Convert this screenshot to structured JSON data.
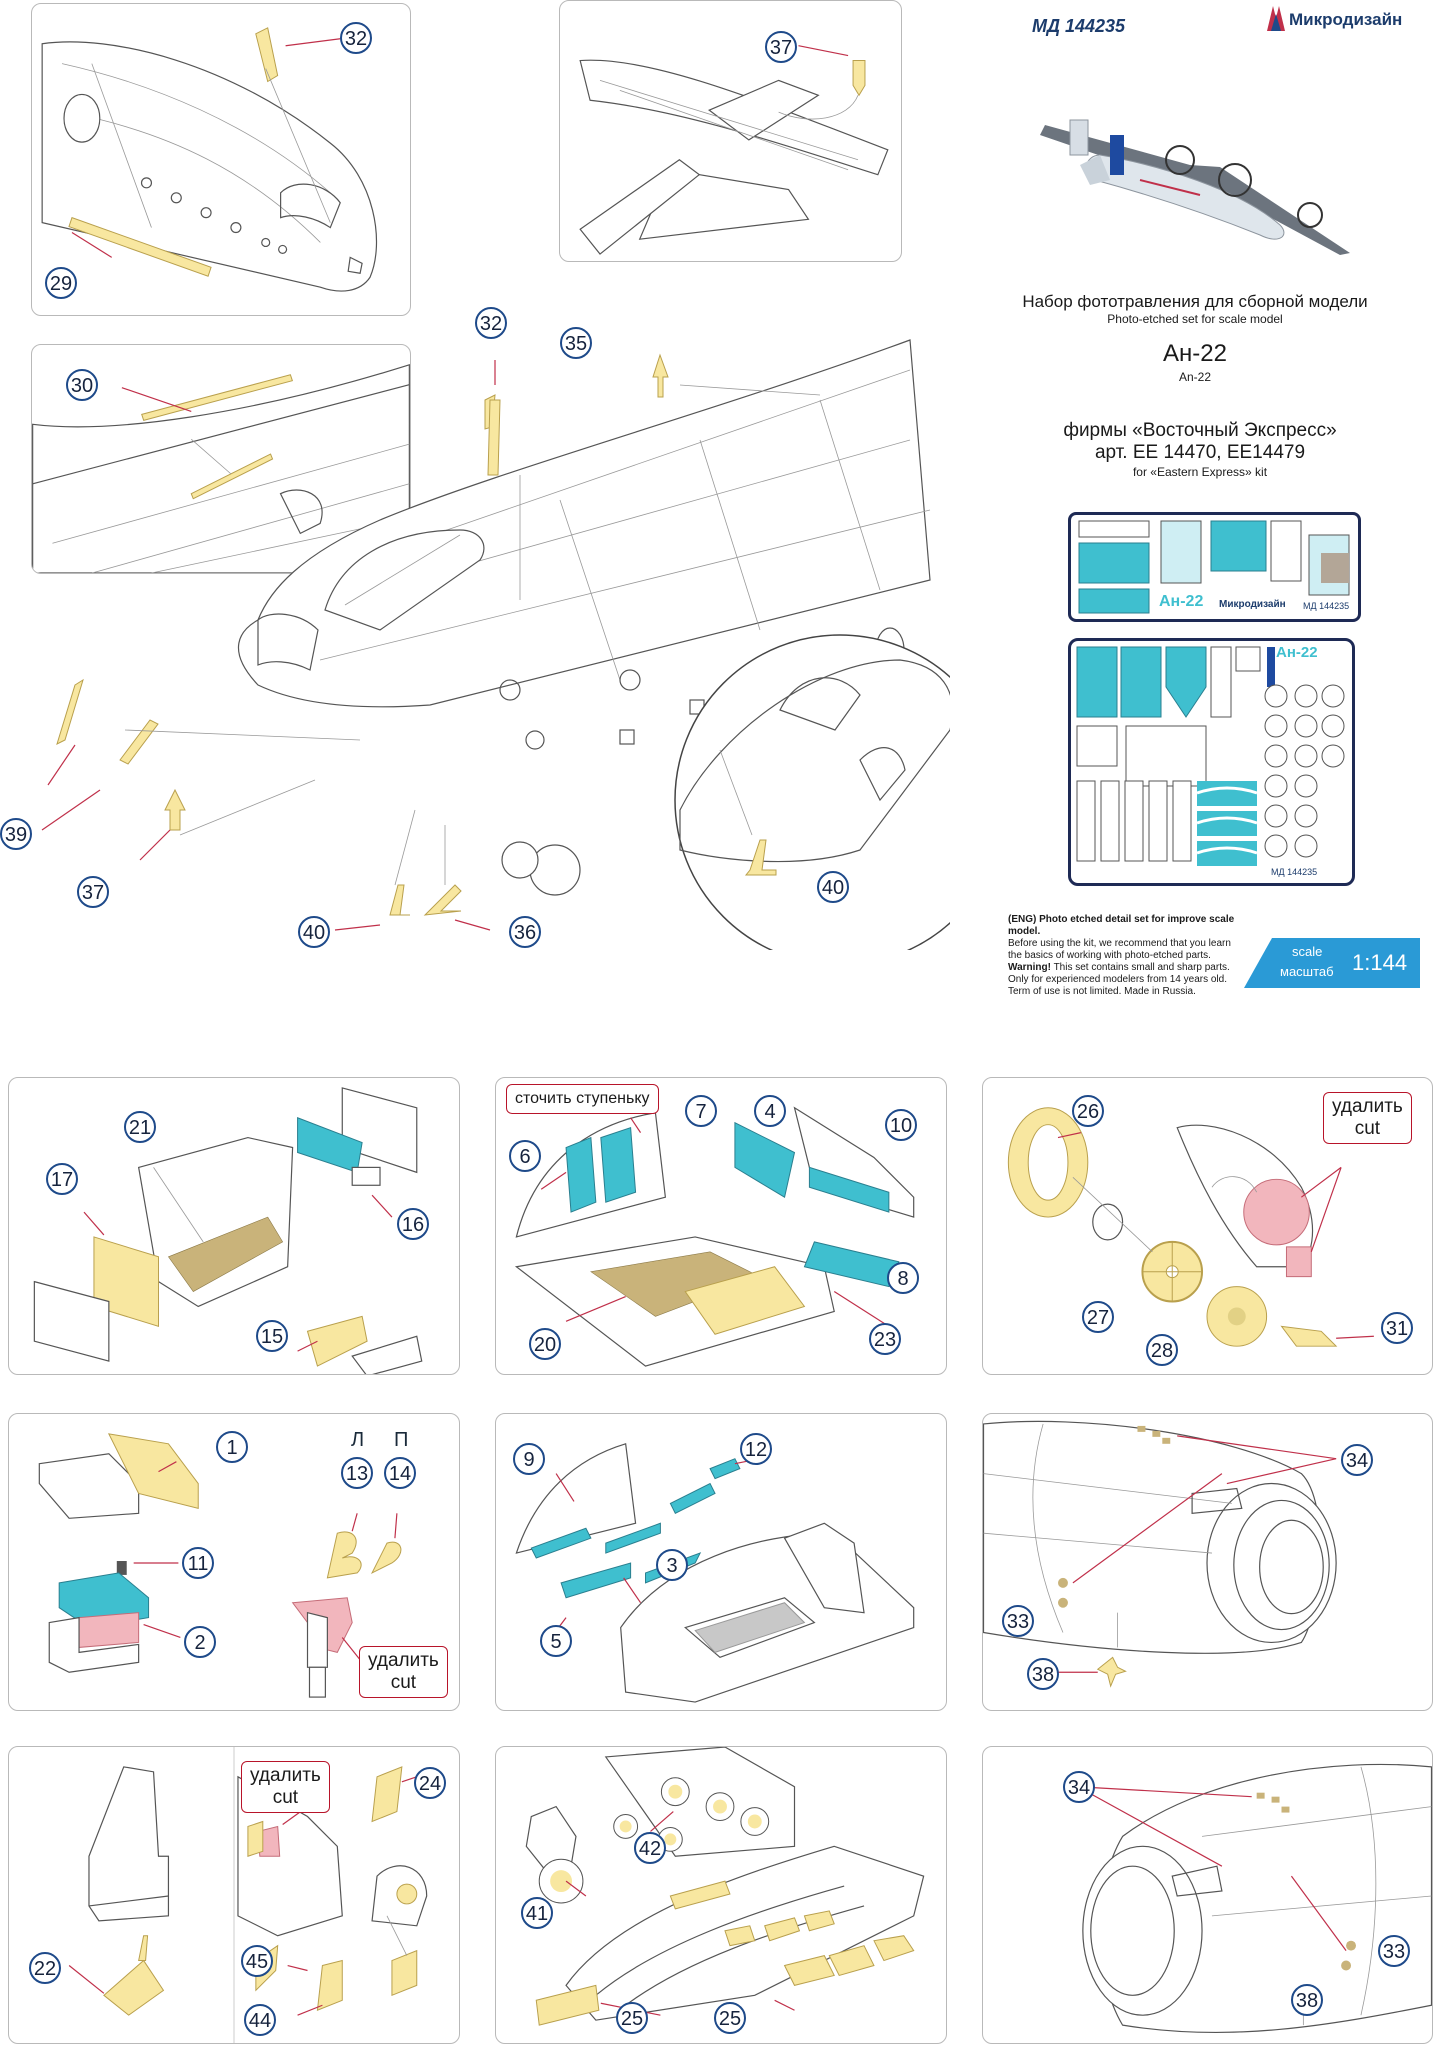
{
  "header": {
    "article": "МД 144235",
    "brand": "Микродизайн",
    "title_ru": "Набор фототравления для сборной модели",
    "title_en": "Photo-etched set for scale model",
    "model_ru": "Ан-22",
    "model_en": "An-22",
    "kit_ru": "фирмы «Восточный Экспресс»",
    "kit_art": "арт. ЕЕ 14470, ЕЕ14479",
    "kit_en": "for «Eastern Express» kit"
  },
  "fret": {
    "label_model": "Ан-22",
    "label_brand": "Микродизайн",
    "label_code": "МД 144235"
  },
  "notice": {
    "line1": "(ENG) Photo etched detail set for improve scale model.",
    "line2": "Before using the kit, we recommend that you learn",
    "line3": "the basics of working with photo-etched parts.",
    "line4_bold": "Warning!",
    "line4_rest": " This set contains small and sharp parts.",
    "line5": "Only for experienced modelers from 14 years old.",
    "line6": "Term of use is not limited. Made in Russia."
  },
  "scale": {
    "label_en": "scale",
    "label_ru": "масштаб",
    "value": "1:144"
  },
  "labels": {
    "grind_step": "сточить ступеньку",
    "cut_ru": "удалить",
    "cut_en": "cut",
    "left": "Л",
    "right": "П"
  },
  "callouts": {
    "c32a": "32",
    "c29": "29",
    "c37a": "37",
    "c30": "30",
    "c32b": "32",
    "c35": "35",
    "c39": "39",
    "c37b": "37",
    "c40a": "40",
    "c36": "36",
    "c40b": "40",
    "c21": "21",
    "c17": "17",
    "c16": "16",
    "c15": "15",
    "c6": "6",
    "c7": "7",
    "c4": "4",
    "c10": "10",
    "c8": "8",
    "c20": "20",
    "c23": "23",
    "c26": "26",
    "c27": "27",
    "c28": "28",
    "c31": "31",
    "c1": "1",
    "c13": "13",
    "c14": "14",
    "c11": "11",
    "c2": "2",
    "c9": "9",
    "c12": "12",
    "c3": "3",
    "c5": "5",
    "c34a": "34",
    "c33a": "33",
    "c38a": "38",
    "c22": "22",
    "c24": "24",
    "c45": "45",
    "c44": "44",
    "c42": "42",
    "c41": "41",
    "c25a": "25",
    "c25b": "25",
    "c34b": "34",
    "c33b": "33",
    "c38b": "38"
  },
  "colors": {
    "part_yellow": "#f8e7a0",
    "part_cyan": "#3fbfcf",
    "cut_pink": "#f2b6bd",
    "callout_ring": "#1e4a8a",
    "warning_red": "#b8142a",
    "scale_badge": "#2a9ad6"
  }
}
